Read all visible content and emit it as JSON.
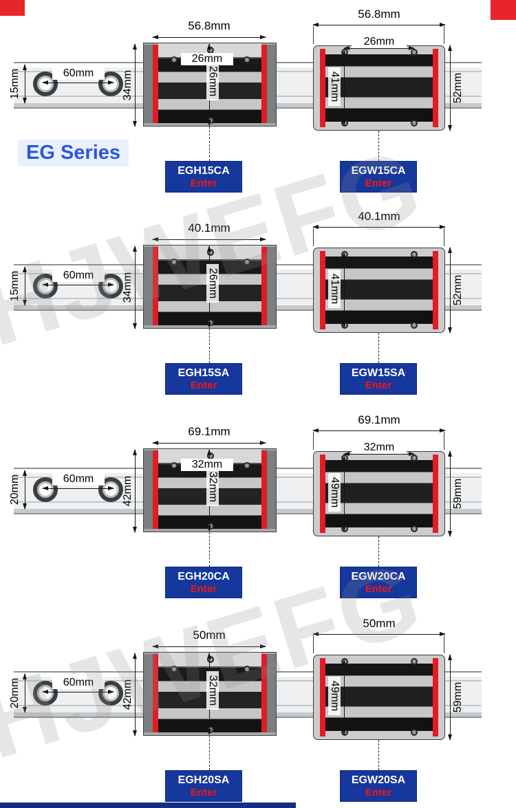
{
  "series_label": "EG Series",
  "watermark_text": "HJWEFG",
  "colors": {
    "button_blue": "#16379b",
    "enter_red": "#f51616",
    "series_blue": "#2a58d8",
    "seal_red": "#e31b24"
  },
  "rows": [
    {
      "rail": {
        "height": "15mm",
        "spacing": "60mm"
      },
      "left": {
        "width": "56.8mm",
        "hole_span": "26mm",
        "side_height": "34mm",
        "center_height": "26mm",
        "button": {
          "code": "EGH15CA",
          "enter": "Enter"
        }
      },
      "right": {
        "width": "56.8mm",
        "hole_span": "26mm",
        "center_height": "41mm",
        "side_height": "52mm",
        "button": {
          "code": "EGW15CA",
          "enter": "Enter"
        }
      }
    },
    {
      "rail": {
        "height": "15mm",
        "spacing": "60mm"
      },
      "left": {
        "width": "40.1mm",
        "side_height": "34mm",
        "center_height": "26mm",
        "button": {
          "code": "EGH15SA",
          "enter": "Enter"
        }
      },
      "right": {
        "width": "40.1mm",
        "center_height": "41mm",
        "side_height": "52mm",
        "button": {
          "code": "EGW15SA",
          "enter": "Enter"
        }
      }
    },
    {
      "rail": {
        "height": "20mm",
        "spacing": "60mm"
      },
      "left": {
        "width": "69.1mm",
        "hole_span": "32mm",
        "side_height": "42mm",
        "center_height": "32mm",
        "button": {
          "code": "EGH20CA",
          "enter": "Enter"
        }
      },
      "right": {
        "width": "69.1mm",
        "hole_span": "32mm",
        "center_height": "49mm",
        "side_height": "59mm",
        "button": {
          "code": "EGW20CA",
          "enter": "Enter"
        }
      }
    },
    {
      "rail": {
        "height": "20mm",
        "spacing": "60mm"
      },
      "left": {
        "width": "50mm",
        "side_height": "42mm",
        "center_height": "32mm",
        "button": {
          "code": "EGH20SA",
          "enter": "Enter"
        }
      },
      "right": {
        "width": "50mm",
        "center_height": "49mm",
        "side_height": "59mm",
        "button": {
          "code": "EGW20SA",
          "enter": "Enter"
        }
      }
    }
  ]
}
